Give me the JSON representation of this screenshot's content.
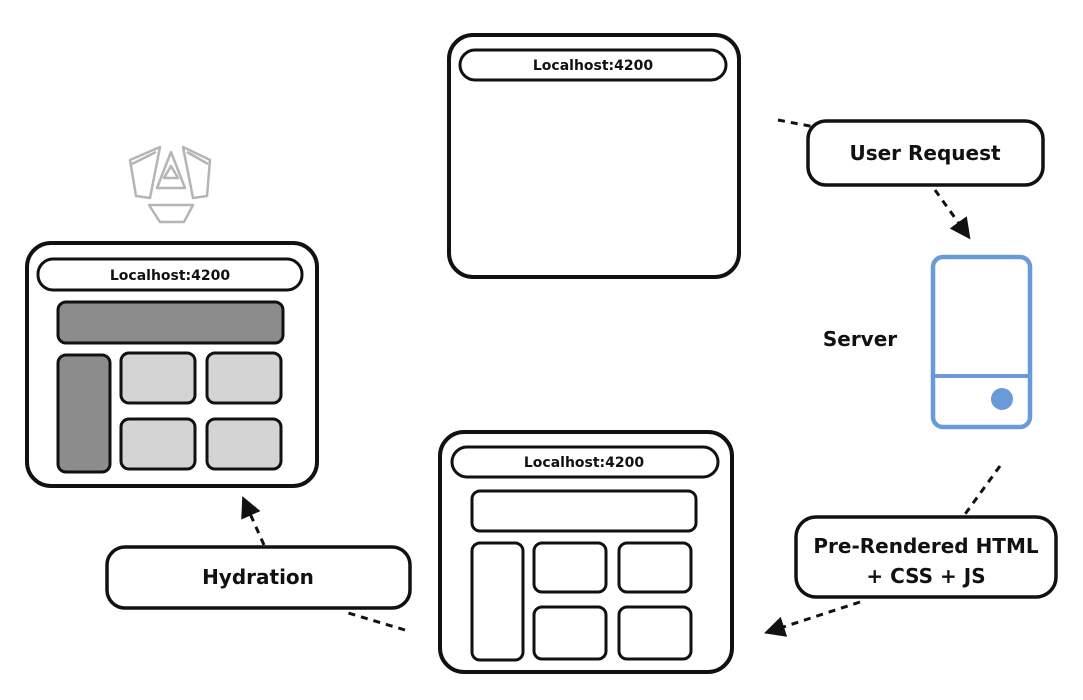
{
  "browsers": {
    "request": {
      "url": "Localhost:4200"
    },
    "prerendered": {
      "url": "Localhost:4200"
    },
    "hydrated": {
      "url": "Localhost:4200"
    }
  },
  "labels": {
    "user_request": "User Request",
    "server": "Server",
    "prerendered_line1": "Pre-Rendered HTML",
    "prerendered_line2": "+ CSS + JS",
    "hydration": "Hydration"
  },
  "colors": {
    "ink": "#111111",
    "server_blue": "#6a9bd8",
    "panel_dark_gray": "#8c8c8c",
    "panel_light_gray": "#d4d4d4",
    "logo_gray": "#b5b5b5"
  },
  "icons": {
    "framework_logo": "angular-logo-icon",
    "server": "server-device-icon"
  }
}
